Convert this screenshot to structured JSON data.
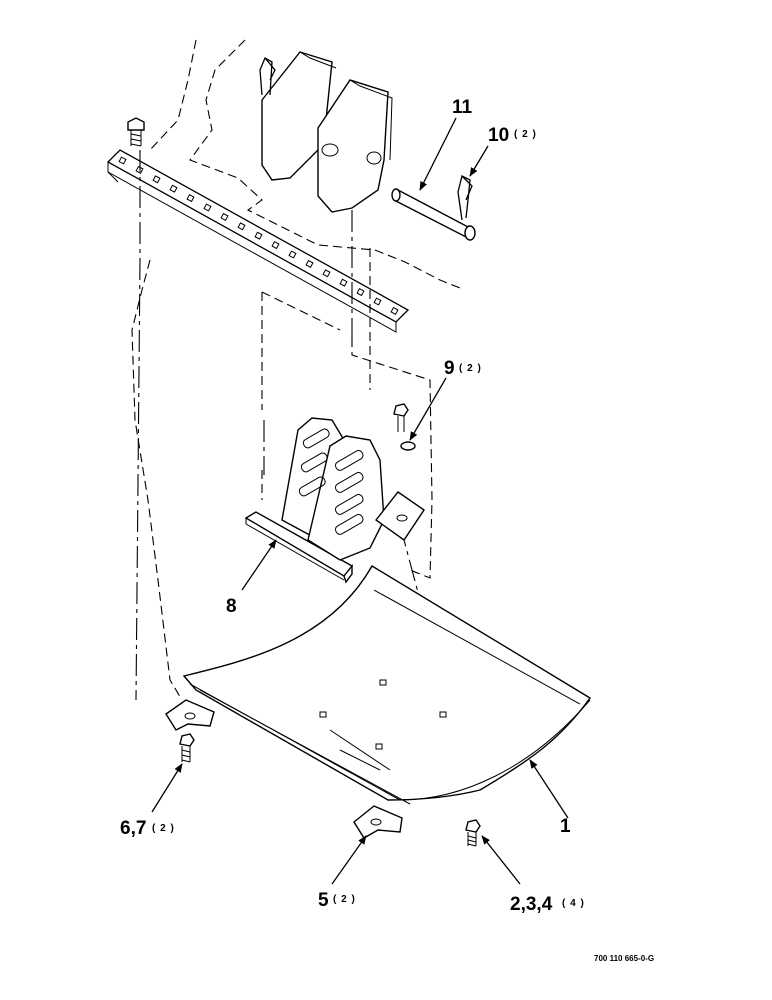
{
  "callouts": {
    "c11": {
      "number": "11",
      "qty": ""
    },
    "c10": {
      "number": "10",
      "qty": "( 2 )"
    },
    "c9": {
      "number": "9",
      "qty": "( 2 )"
    },
    "c8": {
      "number": "8",
      "qty": ""
    },
    "c67": {
      "number": "6,7",
      "qty": "( 2 )"
    },
    "c1": {
      "number": "1",
      "qty": ""
    },
    "c5": {
      "number": "5",
      "qty": "( 2 )"
    },
    "c234": {
      "number": "2,3,4",
      "qty": "( 4 )"
    }
  },
  "drawing_number": "700 110 665-0-G"
}
